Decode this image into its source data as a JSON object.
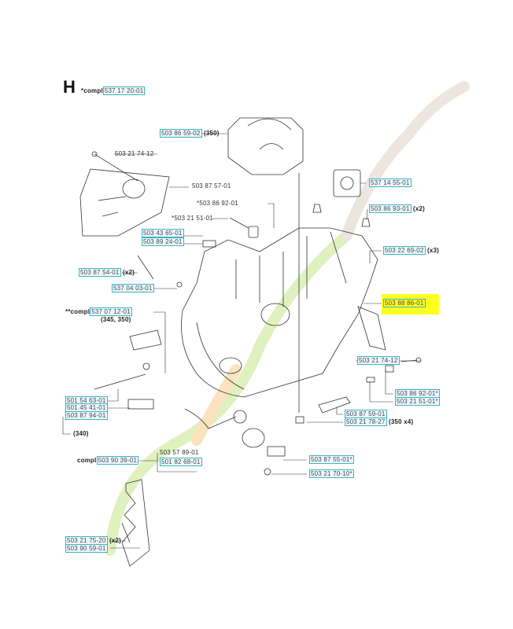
{
  "section_letter": "H",
  "highlight_color": "#ffff22",
  "box_color": "#3ab4c6",
  "labels": [
    {
      "pre": "*compl",
      "num": "537 17 20-01",
      "sfx": ""
    },
    {
      "pre": "",
      "num": "503 86 59-02",
      "sfx": "(350)"
    },
    {
      "pre": "",
      "num": "503 21 74-12",
      "sfx": ""
    },
    {
      "pre": "",
      "num": "503 87 57-01",
      "sfx": ""
    },
    {
      "pre": "",
      "num": "*503 86 92-01",
      "sfx": ""
    },
    {
      "pre": "",
      "num": "*503 21 51-01",
      "sfx": ""
    },
    {
      "pre": "",
      "num": "503 43 65-01",
      "sfx": ""
    },
    {
      "pre": "",
      "num": "503 89 24-01",
      "sfx": ""
    },
    {
      "pre": "",
      "num": "503 87 54-01",
      "sfx": "(x2)"
    },
    {
      "pre": "",
      "num": "537 04 03-01",
      "sfx": ""
    },
    {
      "pre": "",
      "num": "537 14 55-01",
      "sfx": ""
    },
    {
      "pre": "",
      "num": "503 86 93-01",
      "sfx": "(x2)"
    },
    {
      "pre": "",
      "num": "503 22 69-02",
      "sfx": "(x3)"
    },
    {
      "pre": "",
      "num": "503 88 86-01",
      "sfx": ""
    },
    {
      "pre": "**compl",
      "num": "537 07 12-01",
      "sfx": "(345, 350)"
    },
    {
      "pre": "",
      "num": "503 21 74-12",
      "sfx": ""
    },
    {
      "pre": "",
      "num": "503 86 92-01*",
      "sfx": ""
    },
    {
      "pre": "",
      "num": "503 21 51-01*",
      "sfx": ""
    },
    {
      "pre": "",
      "num": "503 87 59-01",
      "sfx": ""
    },
    {
      "pre": "",
      "num": "503 21 78-27",
      "sfx": "(350 x4)"
    },
    {
      "pre": "",
      "num": "503 87 55-01*",
      "sfx": ""
    },
    {
      "pre": "",
      "num": "503 21 70-10*",
      "sfx": ""
    },
    {
      "pre": "",
      "num": "501 54 63-01",
      "sfx": ""
    },
    {
      "pre": "",
      "num": "501 45 41-01",
      "sfx": ""
    },
    {
      "pre": "",
      "num": "503 87 94-01",
      "sfx": ""
    },
    {
      "pre": "",
      "num": "",
      "sfx": "(340)"
    },
    {
      "pre": "compl",
      "num": "503 90 39-01",
      "sfx": ""
    },
    {
      "pre": "",
      "num": "503 57 89-01",
      "sfx": ""
    },
    {
      "pre": "",
      "num": "501 82 68-01",
      "sfx": ""
    },
    {
      "pre": "",
      "num": "503 21 75-20",
      "sfx": "(x2)"
    },
    {
      "pre": "",
      "num": "503 90 59-01",
      "sfx": ""
    }
  ]
}
